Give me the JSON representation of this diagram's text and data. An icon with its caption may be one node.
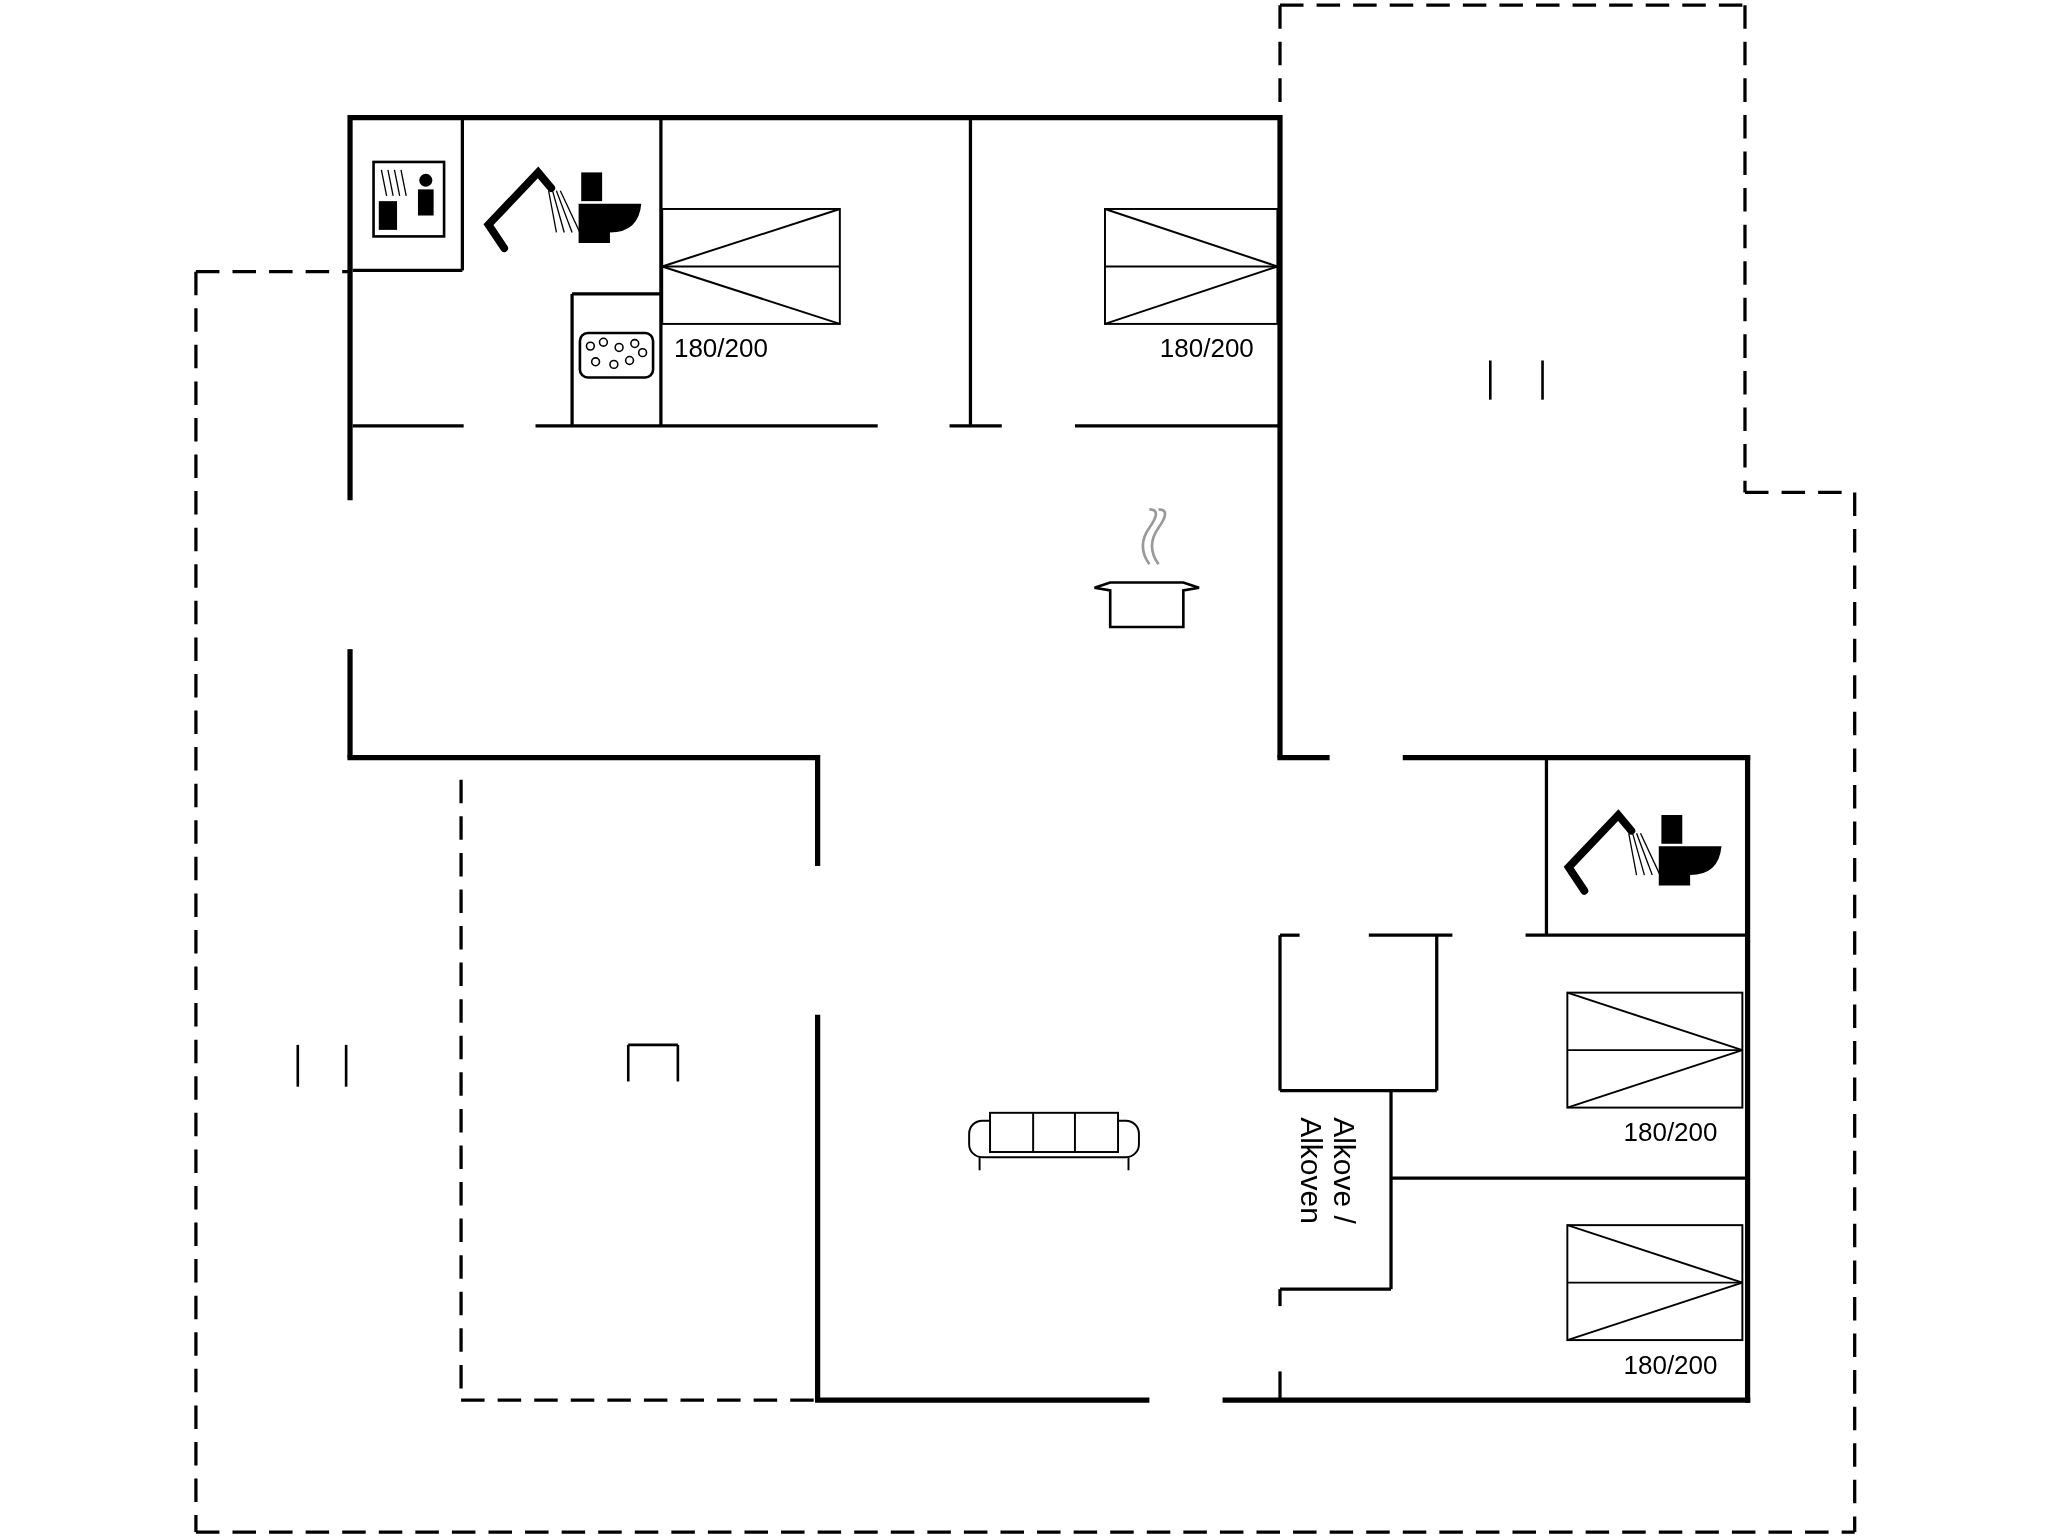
{
  "diagram": {
    "labels": [
      "180/200",
      "180/200",
      "180/200",
      "180/200",
      "Alkove / Alkoven"
    ]
  }
}
